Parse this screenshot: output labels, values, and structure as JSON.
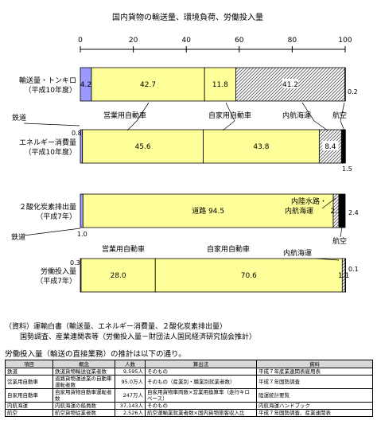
{
  "chart_data": {
    "type": "bar",
    "orientation": "horizontal",
    "stacked": "100%",
    "title": "国内貨物の輸送量、環境負荷、労働投入量",
    "xlim": [
      0,
      100
    ],
    "x_ticks": [
      "0",
      "20",
      "40",
      "60",
      "80",
      "100"
    ],
    "categories": [
      [
        "輸送量・トンキロ",
        "（平成10年度）"
      ],
      [
        "エネルギー消費量",
        "（平成10年度）"
      ],
      [
        "２酸化炭素排出量",
        "（平成7年）"
      ],
      [
        "労働投入量",
        "（平成7年）"
      ]
    ],
    "bars": [
      {
        "segments": [
          {
            "mode": "鉄道",
            "value": 4.2,
            "label": "4.2",
            "color": "#9999ff",
            "hatch": false
          },
          {
            "mode": "営業用自動車",
            "value": 42.7,
            "label": "42.7",
            "color": "#ffff99",
            "hatch": false
          },
          {
            "mode": "自家用自動車",
            "value": 11.8,
            "label": "11.8",
            "color": "#ffff99",
            "hatch": false
          },
          {
            "mode": "内航海運",
            "value": 41.2,
            "label": "41.2",
            "color": "#ffffff",
            "hatch": true
          },
          {
            "mode": "航空",
            "value": 0.2,
            "label": "",
            "color": "#000000",
            "hatch": false
          }
        ]
      },
      {
        "segments": [
          {
            "mode": "鉄道",
            "value": 0.8,
            "label": "",
            "color": "#9999ff",
            "hatch": false
          },
          {
            "mode": "営業用自動車",
            "value": 45.6,
            "label": "45.6",
            "color": "#ffff99",
            "hatch": false
          },
          {
            "mode": "自家用自動車",
            "value": 43.8,
            "label": "43.8",
            "color": "#ffff99",
            "hatch": false
          },
          {
            "mode": "内航海運",
            "value": 8.4,
            "label": "8.4",
            "color": "#ffffff",
            "hatch": true
          },
          {
            "mode": "航空",
            "value": 1.5,
            "label": "",
            "color": "#000000",
            "hatch": false
          }
        ]
      },
      {
        "segments": [
          {
            "mode": "鉄道",
            "value": 1.0,
            "label": "",
            "color": "#9999ff",
            "hatch": false
          },
          {
            "mode": "道路",
            "value": 94.5,
            "label": "道路 94.5",
            "color": "#ffff99",
            "hatch": false
          },
          {
            "mode": "内陸水路・内航海運",
            "value": 2.1,
            "label": "2.1",
            "color": "#ffffff",
            "hatch": true
          },
          {
            "mode": "航空",
            "value": 2.4,
            "label": "",
            "color": "#000000",
            "hatch": false
          }
        ]
      },
      {
        "segments": [
          {
            "mode": "鉄道",
            "value": 0.3,
            "label": "",
            "color": "#9999ff",
            "hatch": false
          },
          {
            "mode": "営業用自動車",
            "value": 28.0,
            "label": "28.0",
            "color": "#ffff99",
            "hatch": false
          },
          {
            "mode": "自家用自動車",
            "value": 70.6,
            "label": "70.6",
            "color": "#ffff99",
            "hatch": false
          },
          {
            "mode": "内航海運",
            "value": 1.1,
            "label": "1.1",
            "color": "#ffffff",
            "hatch": true
          },
          {
            "mode": "航空",
            "value": 0.1,
            "label": "",
            "color": "#000000",
            "hatch": false
          }
        ]
      }
    ],
    "outside_labels": {
      "bar0_air": "0.2",
      "bar1_rail": "0.8",
      "bar1_air": "1.5",
      "bar2_rail": "1.0",
      "bar2_air": "2.4",
      "bar3_rail": "0.3",
      "bar3_air": "0.1"
    },
    "annotations": {
      "rail": "鉄道",
      "commercial": "営業用自動車",
      "private": "自家用自動車",
      "coastal": "内航海運",
      "air": "航空",
      "inland_l1": "内陸水路・",
      "inland_l2": "内航海運"
    }
  },
  "sources": {
    "line1": "（資料）運輸白書（輸送量、エネルギー消費量、２酸化炭素排出量）",
    "line2": "国勢調査、産業連関表等（労働投入量－財団法人国民経済研究協会推計）",
    "note": "労働投入量（輸送の直接業務）の推計は以下の通り。"
  },
  "table": {
    "headers": [
      "項目",
      "概念",
      "人数",
      "算出法",
      "資料"
    ],
    "rows": [
      [
        "鉄道",
        "鉄道貨物輸送従業者数",
        "9,595人",
        "そのもの",
        "平成７年産業連関表雇用表"
      ],
      [
        "営業用自動車",
        "道路貨物運送業の自動車運転者数",
        "95.0万人",
        "そのもの（産業別・職業別就業者数）",
        "平成７年国勢調査"
      ],
      [
        "自家用自動車",
        "自家用貨物自動車運転者数",
        "247万人",
        "自家用貨物車両数×営業用換算率（走行キロベース）",
        "陸運統計要覧"
      ],
      [
        "内航海運",
        "内航海運の船員数",
        "37,143人",
        "そのもの",
        "内航海運ハンドブック"
      ],
      [
        "航空",
        "航空貨物従業者数",
        "2,526人",
        "航空運輸業就業者数×国内貨物旅客収入比",
        "平成７年国勢調査、産業連関表"
      ]
    ]
  }
}
